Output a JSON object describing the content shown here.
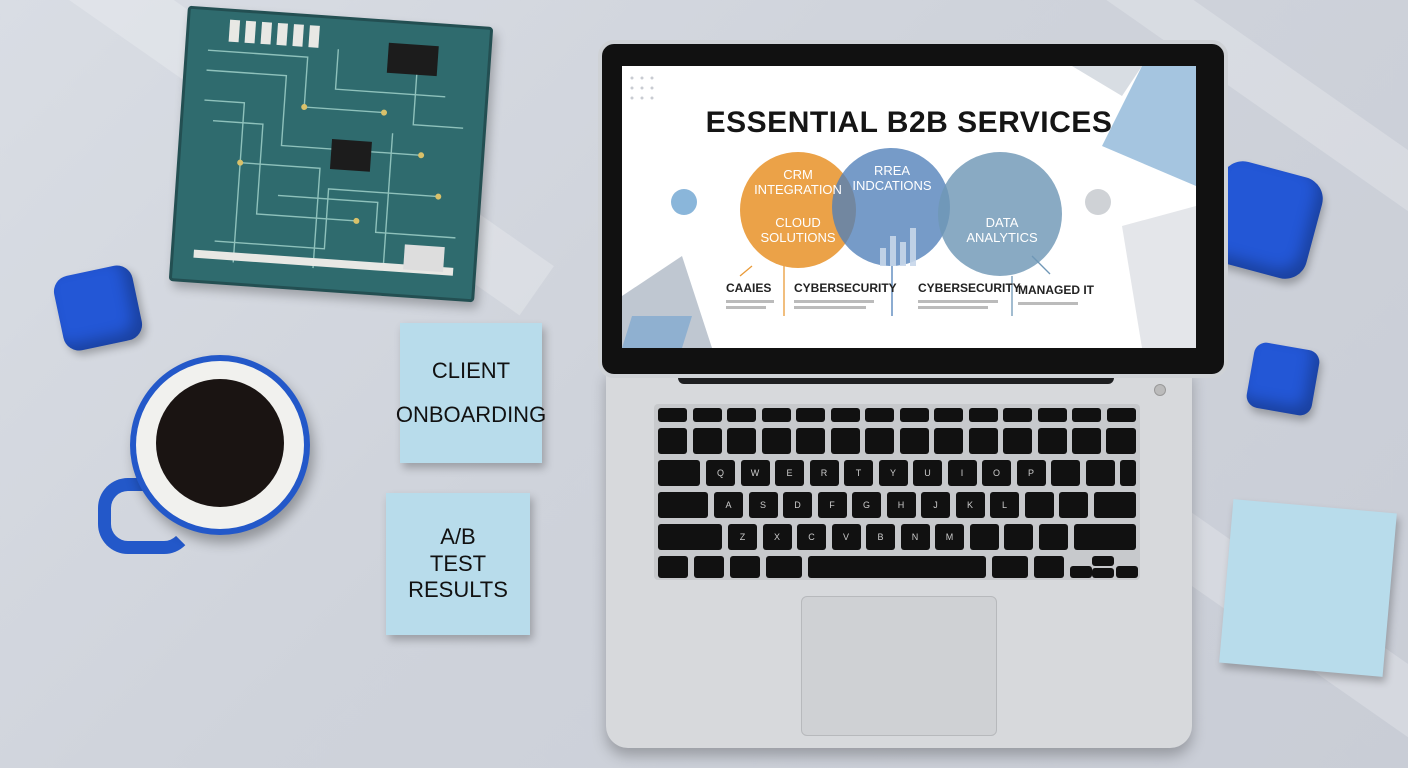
{
  "slide": {
    "title": "ESSENTIAL B2B SERVICES",
    "circles": [
      {
        "lines": [
          "CRM",
          "INTEGRATION",
          "",
          "CLOUD",
          "SOLUTIONS"
        ],
        "color": "#e99a38"
      },
      {
        "lines": [
          "RREA",
          "INDCATIONS"
        ],
        "color": "#4f7fb8"
      },
      {
        "lines": [
          "DATA",
          "ANALYTICS"
        ],
        "color": "#6f97b6"
      }
    ],
    "labels": [
      "CAAIES",
      "CYBERSECURITY",
      "CYBERSECURITY",
      "MANAGED IT"
    ]
  },
  "notes": {
    "client": [
      "CLIENT",
      "ONBOARDING"
    ],
    "abtest": [
      "A/B",
      "TEST",
      "RESULTS"
    ]
  },
  "keyboard": {
    "row2": [
      "Q",
      "W",
      "E",
      "R",
      "T",
      "Y",
      "U",
      "I",
      "O",
      "P"
    ],
    "row3": [
      "A",
      "S",
      "D",
      "F",
      "G",
      "H",
      "J",
      "K",
      "L"
    ],
    "row4": [
      "Z",
      "X",
      "C",
      "V",
      "B",
      "N",
      "M"
    ]
  },
  "colors": {
    "cube": "#2357d6",
    "note": "#b8dceb",
    "mug": "#2358c9",
    "pcb": "#2f6b6e"
  }
}
